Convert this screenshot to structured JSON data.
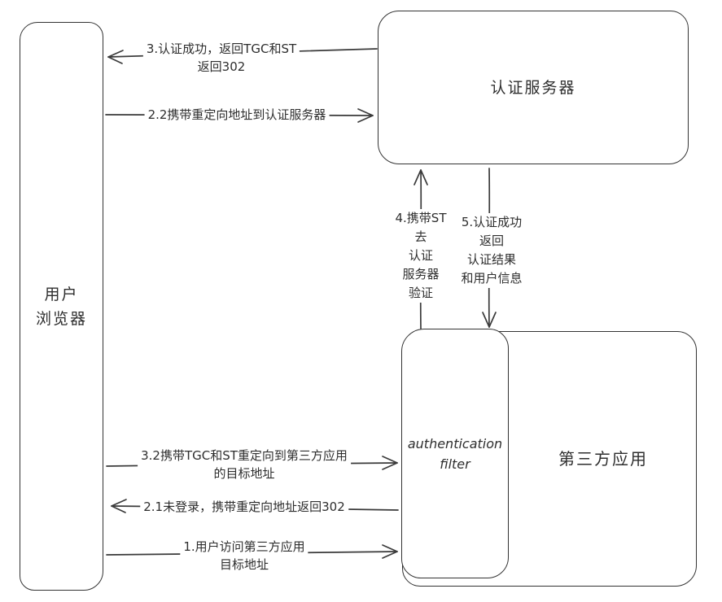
{
  "nodes": {
    "browser": {
      "line1": "用户",
      "line2": "浏览器"
    },
    "auth_server": {
      "label": "认证服务器"
    },
    "third_party": {
      "label": "第三方应用"
    },
    "auth_filter": {
      "line1": "authentication",
      "line2": "filter"
    }
  },
  "arrows": {
    "step3_success": {
      "line1": "3.认证成功，返回TGC和ST",
      "line2": "返回302"
    },
    "step22_redirect": {
      "label": "2.2携带重定向地址到认证服务器"
    },
    "step4_st": {
      "line1": "4.携带ST",
      "line2": "去",
      "line3": "认证",
      "line4": "服务器",
      "line5": "验证"
    },
    "step5_result": {
      "line1": "5.认证成功",
      "line2": "返回",
      "line3": "认证结果",
      "line4": "和用户信息"
    },
    "step32_tgc": {
      "line1": "3.2携带TGC和ST重定向到第三方应用",
      "line2": "的目标地址"
    },
    "step21_notlogin": {
      "label": "2.1未登录，携带重定向地址返回302"
    },
    "step1_access": {
      "line1": "1.用户访问第三方应用",
      "line2": "目标地址"
    }
  }
}
